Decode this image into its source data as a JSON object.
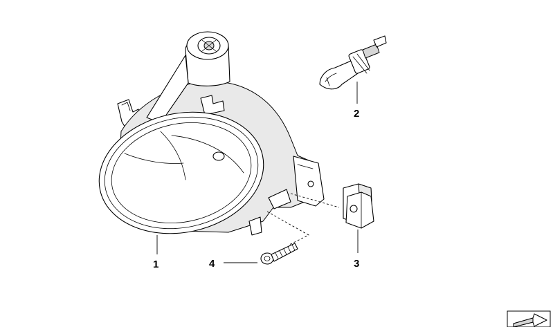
{
  "labels": {
    "part1": "1",
    "part2": "2",
    "part3": "3",
    "part4": "4"
  },
  "parts": [
    {
      "number": "1",
      "icon": "fog-lamp-housing"
    },
    {
      "number": "2",
      "icon": "bulb"
    },
    {
      "number": "3",
      "icon": "clip-nut"
    },
    {
      "number": "4",
      "icon": "screw"
    }
  ],
  "icons": {
    "corner": "arrow-corner-icon"
  },
  "colors": {
    "line": "#000000",
    "shade": "#e9e9e9",
    "background": "#ffffff"
  }
}
